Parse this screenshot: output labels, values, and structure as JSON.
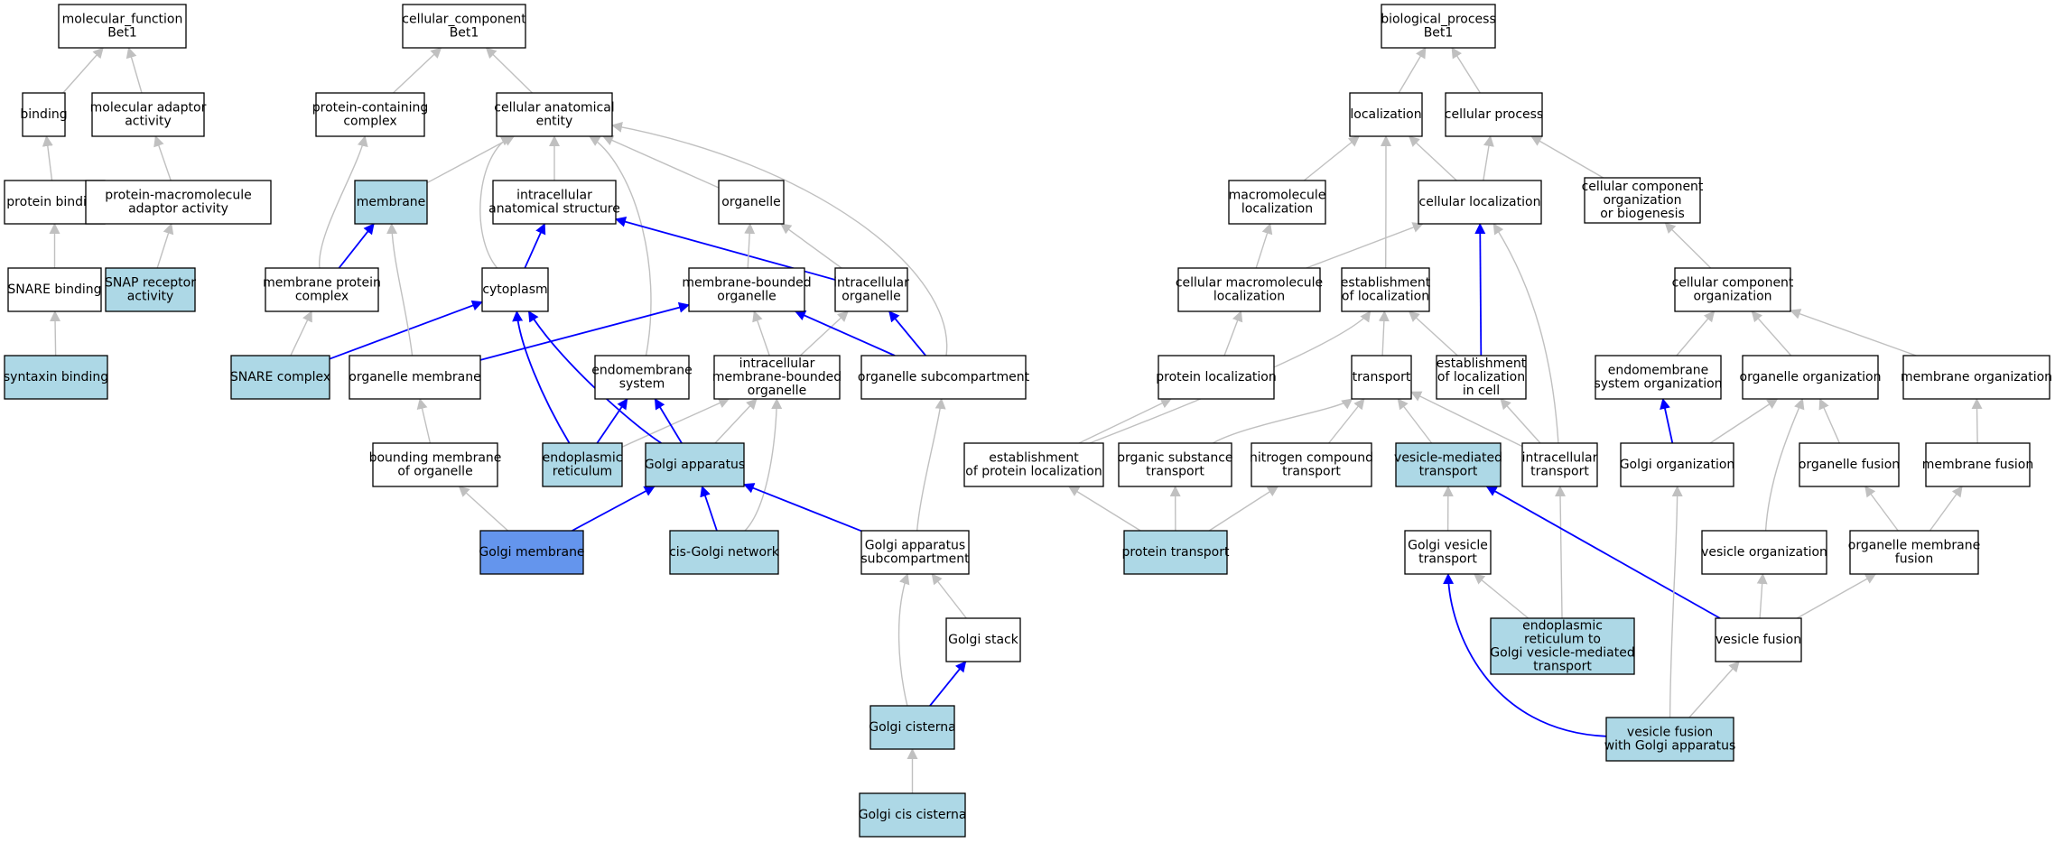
{
  "colors": {
    "node_plain": "#ffffff",
    "node_light": "#add8e6",
    "node_focus": "#6495ed",
    "edge_gray": "#c0c0c0",
    "edge_blue": "#0000ff"
  },
  "nodes": [
    {
      "id": "mf",
      "lines": [
        "molecular_function",
        "Bet1"
      ],
      "style": "plain"
    },
    {
      "id": "binding",
      "lines": [
        "binding"
      ],
      "style": "plain"
    },
    {
      "id": "mol_adaptor",
      "lines": [
        "molecular adaptor",
        "activity"
      ],
      "style": "plain"
    },
    {
      "id": "protein_binding",
      "lines": [
        "protein binding"
      ],
      "style": "plain"
    },
    {
      "id": "pm_adaptor",
      "lines": [
        "protein-macromolecule",
        "adaptor activity"
      ],
      "style": "plain"
    },
    {
      "id": "snare_binding",
      "lines": [
        "SNARE binding"
      ],
      "style": "plain"
    },
    {
      "id": "snap_receptor",
      "lines": [
        "SNAP receptor",
        "activity"
      ],
      "style": "light"
    },
    {
      "id": "syntaxin_binding",
      "lines": [
        "syntaxin binding"
      ],
      "style": "light"
    },
    {
      "id": "cc",
      "lines": [
        "cellular_component",
        "Bet1"
      ],
      "style": "plain"
    },
    {
      "id": "protein_containing",
      "lines": [
        "protein-containing",
        "complex"
      ],
      "style": "plain"
    },
    {
      "id": "cae",
      "lines": [
        "cellular anatomical",
        "entity"
      ],
      "style": "plain"
    },
    {
      "id": "membrane",
      "lines": [
        "membrane"
      ],
      "style": "light"
    },
    {
      "id": "ias",
      "lines": [
        "intracellular",
        "anatomical structure"
      ],
      "style": "plain"
    },
    {
      "id": "organelle",
      "lines": [
        "organelle"
      ],
      "style": "plain"
    },
    {
      "id": "mp_complex",
      "lines": [
        "membrane protein",
        "complex"
      ],
      "style": "plain"
    },
    {
      "id": "cytoplasm",
      "lines": [
        "cytoplasm"
      ],
      "style": "plain"
    },
    {
      "id": "mbo",
      "lines": [
        "membrane-bounded",
        "organelle"
      ],
      "style": "plain"
    },
    {
      "id": "io",
      "lines": [
        "intracellular",
        "organelle"
      ],
      "style": "plain"
    },
    {
      "id": "snare_complex",
      "lines": [
        "SNARE complex"
      ],
      "style": "light"
    },
    {
      "id": "org_membrane",
      "lines": [
        "organelle membrane"
      ],
      "style": "plain"
    },
    {
      "id": "endomembrane",
      "lines": [
        "endomembrane",
        "system"
      ],
      "style": "plain"
    },
    {
      "id": "imbo",
      "lines": [
        "intracellular",
        "membrane-bounded",
        "organelle"
      ],
      "style": "plain"
    },
    {
      "id": "org_subcomp",
      "lines": [
        "organelle subcompartment"
      ],
      "style": "plain"
    },
    {
      "id": "bounding_membrane",
      "lines": [
        "bounding membrane",
        "of organelle"
      ],
      "style": "plain"
    },
    {
      "id": "er",
      "lines": [
        "endoplasmic",
        "reticulum"
      ],
      "style": "light"
    },
    {
      "id": "golgi_app",
      "lines": [
        "Golgi apparatus"
      ],
      "style": "light"
    },
    {
      "id": "golgi_membrane",
      "lines": [
        "Golgi membrane"
      ],
      "style": "focus"
    },
    {
      "id": "cis_golgi",
      "lines": [
        "cis-Golgi network"
      ],
      "style": "light"
    },
    {
      "id": "golgi_subcomp",
      "lines": [
        "Golgi apparatus",
        "subcompartment"
      ],
      "style": "plain"
    },
    {
      "id": "golgi_stack",
      "lines": [
        "Golgi stack"
      ],
      "style": "plain"
    },
    {
      "id": "golgi_cisterna",
      "lines": [
        "Golgi cisterna"
      ],
      "style": "light"
    },
    {
      "id": "golgi_cis_cisterna",
      "lines": [
        "Golgi cis cisterna"
      ],
      "style": "light"
    },
    {
      "id": "bp",
      "lines": [
        "biological_process",
        "Bet1"
      ],
      "style": "plain"
    },
    {
      "id": "localization",
      "lines": [
        "localization"
      ],
      "style": "plain"
    },
    {
      "id": "cellular_process",
      "lines": [
        "cellular process"
      ],
      "style": "plain"
    },
    {
      "id": "macro_loc",
      "lines": [
        "macromolecule",
        "localization"
      ],
      "style": "plain"
    },
    {
      "id": "cell_loc",
      "lines": [
        "cellular localization"
      ],
      "style": "plain"
    },
    {
      "id": "cc_org_bio",
      "lines": [
        "cellular component",
        "organization",
        "or biogenesis"
      ],
      "style": "plain"
    },
    {
      "id": "cell_macro_loc",
      "lines": [
        "cellular macromolecule",
        "localization"
      ],
      "style": "plain"
    },
    {
      "id": "est_loc",
      "lines": [
        "establishment",
        "of localization"
      ],
      "style": "plain"
    },
    {
      "id": "cc_org",
      "lines": [
        "cellular component",
        "organization"
      ],
      "style": "plain"
    },
    {
      "id": "protein_loc",
      "lines": [
        "protein localization"
      ],
      "style": "plain"
    },
    {
      "id": "transport",
      "lines": [
        "transport"
      ],
      "style": "plain"
    },
    {
      "id": "est_loc_cell",
      "lines": [
        "establishment",
        "of localization",
        "in cell"
      ],
      "style": "plain"
    },
    {
      "id": "endomembrane_org",
      "lines": [
        "endomembrane",
        "system organization"
      ],
      "style": "plain"
    },
    {
      "id": "organelle_org",
      "lines": [
        "organelle organization"
      ],
      "style": "plain"
    },
    {
      "id": "membrane_org",
      "lines": [
        "membrane organization"
      ],
      "style": "plain"
    },
    {
      "id": "est_protein_loc",
      "lines": [
        "establishment",
        "of protein localization"
      ],
      "style": "plain"
    },
    {
      "id": "org_sub_transport",
      "lines": [
        "organic substance",
        "transport"
      ],
      "style": "plain"
    },
    {
      "id": "nitrogen_transport",
      "lines": [
        "nitrogen compound",
        "transport"
      ],
      "style": "plain"
    },
    {
      "id": "vesicle_transport",
      "lines": [
        "vesicle-mediated",
        "transport"
      ],
      "style": "light"
    },
    {
      "id": "intracellular_transport",
      "lines": [
        "intracellular",
        "transport"
      ],
      "style": "plain"
    },
    {
      "id": "golgi_org",
      "lines": [
        "Golgi organization"
      ],
      "style": "plain"
    },
    {
      "id": "organelle_fusion",
      "lines": [
        "organelle fusion"
      ],
      "style": "plain"
    },
    {
      "id": "membrane_fusion",
      "lines": [
        "membrane fusion"
      ],
      "style": "plain"
    },
    {
      "id": "protein_transport",
      "lines": [
        "protein transport"
      ],
      "style": "light"
    },
    {
      "id": "golgi_vesicle_transport",
      "lines": [
        "Golgi vesicle",
        "transport"
      ],
      "style": "plain"
    },
    {
      "id": "vesicle_org",
      "lines": [
        "vesicle organization"
      ],
      "style": "plain"
    },
    {
      "id": "org_membrane_fusion",
      "lines": [
        "organelle membrane",
        "fusion"
      ],
      "style": "plain"
    },
    {
      "id": "er_golgi_transport",
      "lines": [
        "endoplasmic",
        "reticulum to",
        "Golgi vesicle-mediated",
        "transport"
      ],
      "style": "light"
    },
    {
      "id": "vesicle_fusion",
      "lines": [
        "vesicle fusion"
      ],
      "style": "plain"
    },
    {
      "id": "vesicle_fusion_golgi",
      "lines": [
        "vesicle fusion",
        "with Golgi apparatus"
      ],
      "style": "light"
    }
  ],
  "edges": [
    {
      "from": "binding",
      "to": "mf",
      "color": "gray"
    },
    {
      "from": "mol_adaptor",
      "to": "mf",
      "color": "gray"
    },
    {
      "from": "protein_binding",
      "to": "binding",
      "color": "gray"
    },
    {
      "from": "pm_adaptor",
      "to": "mol_adaptor",
      "color": "gray"
    },
    {
      "from": "snare_binding",
      "to": "protein_binding",
      "color": "gray"
    },
    {
      "from": "snap_receptor",
      "to": "pm_adaptor",
      "color": "gray"
    },
    {
      "from": "syntaxin_binding",
      "to": "snare_binding",
      "color": "gray"
    },
    {
      "from": "protein_containing",
      "to": "cc",
      "color": "gray"
    },
    {
      "from": "cae",
      "to": "cc",
      "color": "gray"
    },
    {
      "from": "membrane",
      "to": "cae",
      "color": "gray"
    },
    {
      "from": "ias",
      "to": "cae",
      "color": "gray"
    },
    {
      "from": "organelle",
      "to": "cae",
      "color": "gray"
    },
    {
      "from": "cytoplasm",
      "to": "cae",
      "color": "gray"
    },
    {
      "from": "endomembrane",
      "to": "cae",
      "color": "gray"
    },
    {
      "from": "org_subcomp",
      "to": "cae",
      "color": "gray"
    },
    {
      "from": "mp_complex",
      "to": "protein_containing",
      "color": "gray"
    },
    {
      "from": "mp_complex",
      "to": "membrane",
      "color": "blue"
    },
    {
      "from": "cytoplasm",
      "to": "ias",
      "color": "blue"
    },
    {
      "from": "io",
      "to": "ias",
      "color": "blue"
    },
    {
      "from": "mbo",
      "to": "organelle",
      "color": "gray"
    },
    {
      "from": "io",
      "to": "organelle",
      "color": "gray"
    },
    {
      "from": "snare_complex",
      "to": "mp_complex",
      "color": "gray"
    },
    {
      "from": "snare_complex",
      "to": "cytoplasm",
      "color": "blue"
    },
    {
      "from": "org_membrane",
      "to": "membrane",
      "color": "gray"
    },
    {
      "from": "org_membrane",
      "to": "mbo",
      "color": "blue"
    },
    {
      "from": "imbo",
      "to": "mbo",
      "color": "gray"
    },
    {
      "from": "imbo",
      "to": "io",
      "color": "gray"
    },
    {
      "from": "org_subcomp",
      "to": "mbo",
      "color": "blue"
    },
    {
      "from": "org_subcomp",
      "to": "io",
      "color": "blue"
    },
    {
      "from": "bounding_membrane",
      "to": "org_membrane",
      "color": "gray"
    },
    {
      "from": "er",
      "to": "cytoplasm",
      "color": "blue"
    },
    {
      "from": "er",
      "to": "endomembrane",
      "color": "blue"
    },
    {
      "from": "er",
      "to": "imbo",
      "color": "gray"
    },
    {
      "from": "golgi_app",
      "to": "cytoplasm",
      "color": "blue"
    },
    {
      "from": "golgi_app",
      "to": "endomembrane",
      "color": "blue"
    },
    {
      "from": "golgi_app",
      "to": "imbo",
      "color": "gray"
    },
    {
      "from": "golgi_membrane",
      "to": "bounding_membrane",
      "color": "gray"
    },
    {
      "from": "golgi_membrane",
      "to": "golgi_app",
      "color": "blue"
    },
    {
      "from": "cis_golgi",
      "to": "golgi_app",
      "color": "blue"
    },
    {
      "from": "cis_golgi",
      "to": "imbo",
      "color": "gray"
    },
    {
      "from": "golgi_subcomp",
      "to": "golgi_app",
      "color": "blue"
    },
    {
      "from": "golgi_subcomp",
      "to": "org_subcomp",
      "color": "gray"
    },
    {
      "from": "golgi_stack",
      "to": "golgi_subcomp",
      "color": "gray"
    },
    {
      "from": "golgi_cisterna",
      "to": "golgi_stack",
      "color": "blue"
    },
    {
      "from": "golgi_cisterna",
      "to": "golgi_subcomp",
      "color": "gray"
    },
    {
      "from": "golgi_cis_cisterna",
      "to": "golgi_cisterna",
      "color": "gray"
    },
    {
      "from": "localization",
      "to": "bp",
      "color": "gray"
    },
    {
      "from": "cellular_process",
      "to": "bp",
      "color": "gray"
    },
    {
      "from": "macro_loc",
      "to": "localization",
      "color": "gray"
    },
    {
      "from": "cell_loc",
      "to": "localization",
      "color": "gray"
    },
    {
      "from": "est_loc",
      "to": "localization",
      "color": "gray"
    },
    {
      "from": "cell_loc",
      "to": "cellular_process",
      "color": "gray"
    },
    {
      "from": "cc_org_bio",
      "to": "cellular_process",
      "color": "gray"
    },
    {
      "from": "cell_macro_loc",
      "to": "macro_loc",
      "color": "gray"
    },
    {
      "from": "cell_macro_loc",
      "to": "cell_loc",
      "color": "gray"
    },
    {
      "from": "est_loc_cell",
      "to": "cell_loc",
      "color": "blue"
    },
    {
      "from": "intracellular_transport",
      "to": "cell_loc",
      "color": "gray"
    },
    {
      "from": "cc_org",
      "to": "cc_org_bio",
      "color": "gray"
    },
    {
      "from": "protein_loc",
      "to": "cell_macro_loc",
      "color": "gray"
    },
    {
      "from": "transport",
      "to": "est_loc",
      "color": "gray"
    },
    {
      "from": "est_loc_cell",
      "to": "est_loc",
      "color": "gray"
    },
    {
      "from": "est_protein_loc",
      "to": "est_loc",
      "color": "gray"
    },
    {
      "from": "endomembrane_org",
      "to": "cc_org",
      "color": "gray"
    },
    {
      "from": "organelle_org",
      "to": "cc_org",
      "color": "gray"
    },
    {
      "from": "membrane_org",
      "to": "cc_org",
      "color": "gray"
    },
    {
      "from": "est_protein_loc",
      "to": "protein_loc",
      "color": "gray"
    },
    {
      "from": "org_sub_transport",
      "to": "transport",
      "color": "gray"
    },
    {
      "from": "nitrogen_transport",
      "to": "transport",
      "color": "gray"
    },
    {
      "from": "vesicle_transport",
      "to": "transport",
      "color": "gray"
    },
    {
      "from": "intracellular_transport",
      "to": "transport",
      "color": "gray"
    },
    {
      "from": "intracellular_transport",
      "to": "est_loc_cell",
      "color": "gray"
    },
    {
      "from": "golgi_org",
      "to": "endomembrane_org",
      "color": "blue"
    },
    {
      "from": "golgi_org",
      "to": "organelle_org",
      "color": "gray"
    },
    {
      "from": "organelle_fusion",
      "to": "organelle_org",
      "color": "gray"
    },
    {
      "from": "vesicle_org",
      "to": "organelle_org",
      "color": "gray"
    },
    {
      "from": "membrane_fusion",
      "to": "membrane_org",
      "color": "gray"
    },
    {
      "from": "protein_transport",
      "to": "est_protein_loc",
      "color": "gray"
    },
    {
      "from": "protein_transport",
      "to": "org_sub_transport",
      "color": "gray"
    },
    {
      "from": "protein_transport",
      "to": "nitrogen_transport",
      "color": "gray"
    },
    {
      "from": "golgi_vesicle_transport",
      "to": "vesicle_transport",
      "color": "gray"
    },
    {
      "from": "er_golgi_transport",
      "to": "golgi_vesicle_transport",
      "color": "gray"
    },
    {
      "from": "er_golgi_transport",
      "to": "intracellular_transport",
      "color": "gray"
    },
    {
      "from": "org_membrane_fusion",
      "to": "organelle_fusion",
      "color": "gray"
    },
    {
      "from": "org_membrane_fusion",
      "to": "membrane_fusion",
      "color": "gray"
    },
    {
      "from": "vesicle_fusion",
      "to": "vesicle_transport",
      "color": "blue"
    },
    {
      "from": "vesicle_fusion",
      "to": "vesicle_org",
      "color": "gray"
    },
    {
      "from": "vesicle_fusion",
      "to": "org_membrane_fusion",
      "color": "gray"
    },
    {
      "from": "vesicle_fusion_golgi",
      "to": "golgi_vesicle_transport",
      "color": "blue"
    },
    {
      "from": "vesicle_fusion_golgi",
      "to": "golgi_org",
      "color": "gray"
    },
    {
      "from": "vesicle_fusion_golgi",
      "to": "vesicle_fusion",
      "color": "gray"
    }
  ]
}
